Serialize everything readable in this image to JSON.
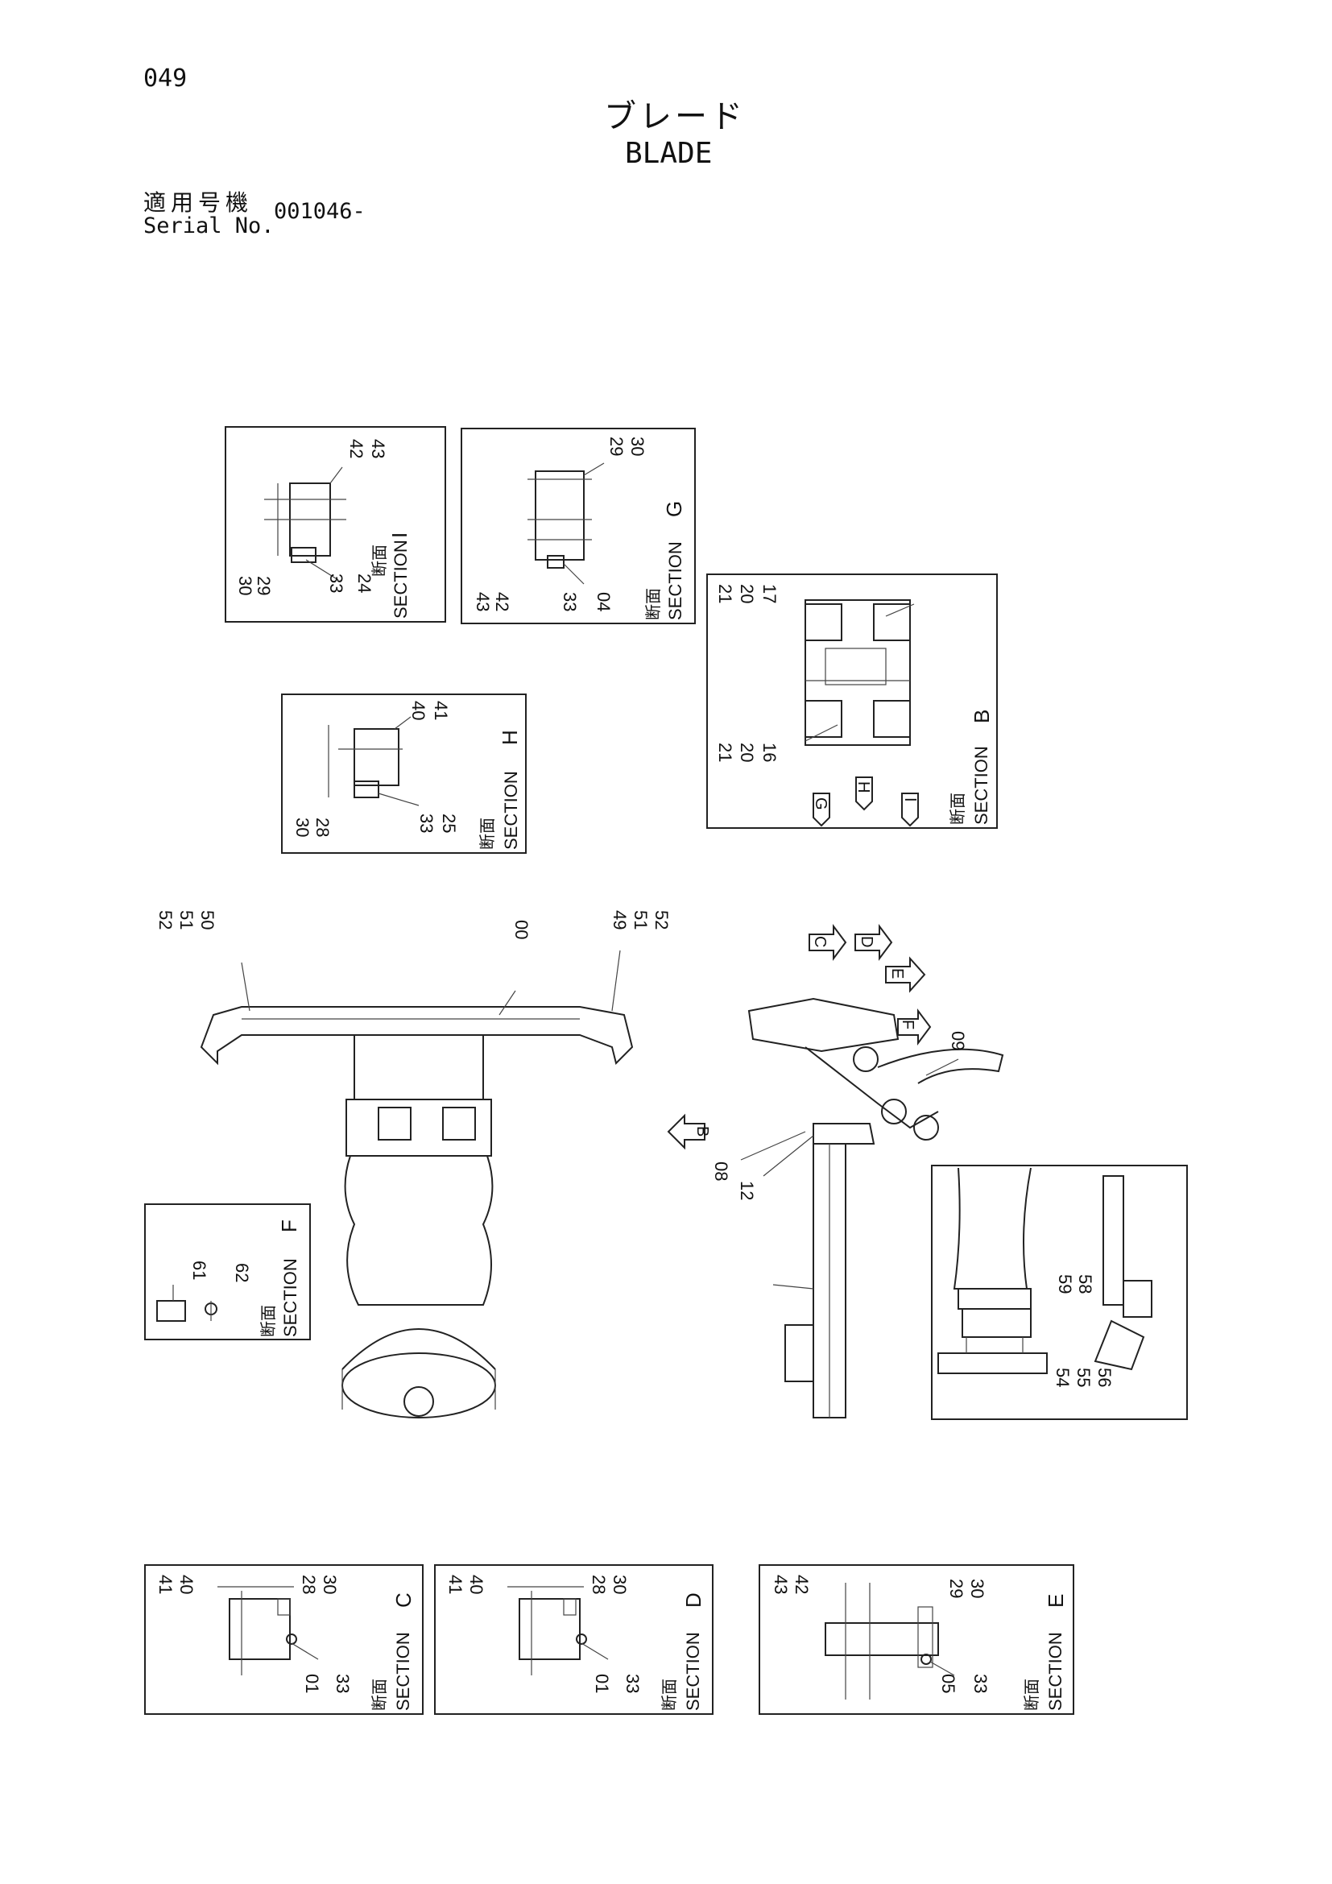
{
  "header": {
    "page_number": "049",
    "title_jp": "ブレード",
    "title_en": "BLADE",
    "serial_label_jp": "適用号機",
    "serial_label_en": "Serial No.",
    "serial_value": "001046-"
  },
  "sections": {
    "prefix_jp": "断面",
    "prefix_en": "SECTION",
    "I": {
      "letter": "I",
      "callouts": [
        "42",
        "43",
        "30",
        "29",
        "33",
        "24"
      ]
    },
    "G": {
      "letter": "G",
      "callouts": [
        "29",
        "30",
        "43",
        "42",
        "33",
        "04"
      ]
    },
    "B": {
      "letter": "B",
      "callouts": [
        "21",
        "20",
        "17",
        "21",
        "20",
        "16"
      ]
    },
    "H": {
      "letter": "H",
      "callouts": [
        "40",
        "41",
        "30",
        "28",
        "33",
        "25"
      ]
    },
    "F": {
      "letter": "F",
      "callouts": [
        "61",
        "62"
      ]
    },
    "C": {
      "letter": "C",
      "callouts": [
        "41",
        "40",
        "28",
        "30",
        "01",
        "33"
      ]
    },
    "D": {
      "letter": "D",
      "callouts": [
        "41",
        "40",
        "28",
        "30",
        "01",
        "33"
      ]
    },
    "E": {
      "letter": "E",
      "callouts": [
        "43",
        "42",
        "29",
        "30",
        "05",
        "33"
      ]
    }
  },
  "main_view": {
    "front_callouts": [
      "52",
      "51",
      "50",
      "00",
      "49",
      "51",
      "52"
    ],
    "side_callouts": [
      "09",
      "08",
      "12"
    ],
    "view_arrows": [
      "C",
      "D",
      "E",
      "F",
      "B",
      "G",
      "H",
      "I"
    ],
    "detail_callouts": [
      "59",
      "58",
      "54",
      "55",
      "56"
    ]
  }
}
